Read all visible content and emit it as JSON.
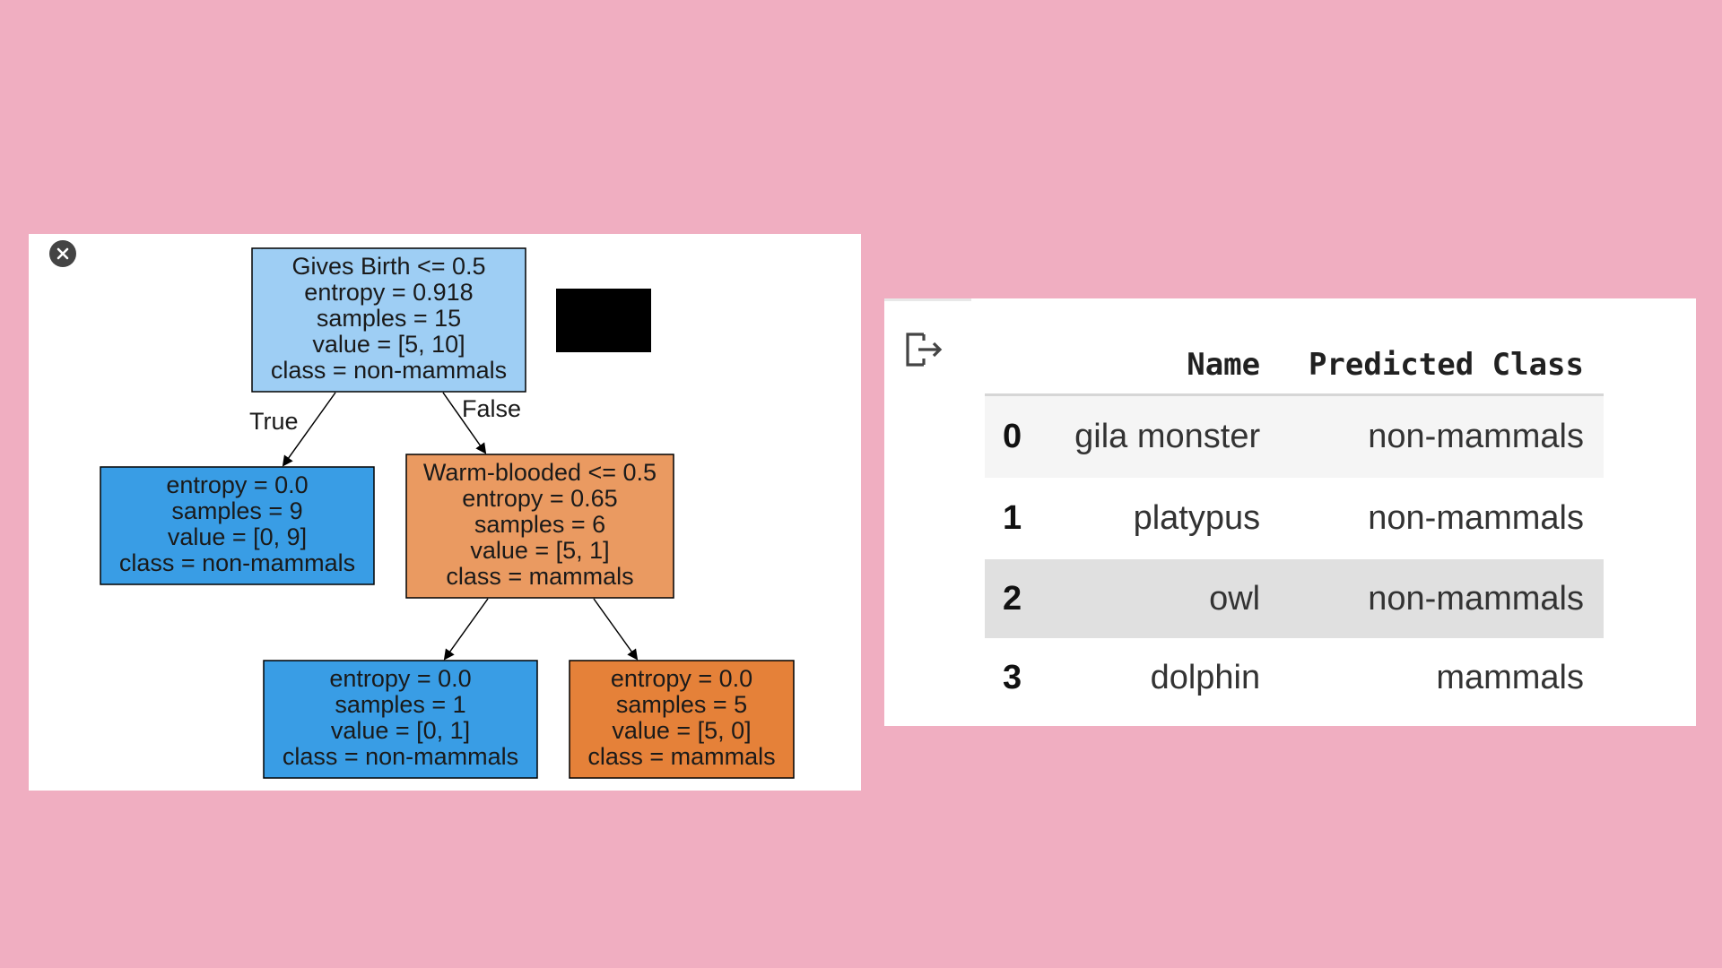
{
  "tree": {
    "root": {
      "lines": [
        "Gives Birth <= 0.5",
        "entropy = 0.918",
        "samples = 15",
        "value = [5, 10]",
        "class = non-mammals"
      ],
      "fill": "#9ecef4"
    },
    "left_leaf": {
      "lines": [
        "entropy = 0.0",
        "samples = 9",
        "value = [0, 9]",
        "class = non-mammals"
      ],
      "fill": "#399de5"
    },
    "right_node": {
      "lines": [
        "Warm-blooded <= 0.5",
        "entropy = 0.65",
        "samples = 6",
        "value = [5, 1]",
        "class = mammals"
      ],
      "fill": "#ea9a61"
    },
    "leaf_bottom_left": {
      "lines": [
        "entropy = 0.0",
        "samples = 1",
        "value = [0, 1]",
        "class = non-mammals"
      ],
      "fill": "#399de5"
    },
    "leaf_bottom_right": {
      "lines": [
        "entropy = 0.0",
        "samples = 5",
        "value = [5, 0]",
        "class = mammals"
      ],
      "fill": "#e58139"
    },
    "edge_true_label": "True",
    "edge_false_label": "False"
  },
  "output": {
    "icon": "output-redirect-icon",
    "columns": [
      "",
      "Name",
      "Predicted Class"
    ],
    "rows": [
      {
        "index": "0",
        "name": "gila monster",
        "predicted_class": "non-mammals"
      },
      {
        "index": "1",
        "name": "platypus",
        "predicted_class": "non-mammals"
      },
      {
        "index": "2",
        "name": "owl",
        "predicted_class": "non-mammals"
      },
      {
        "index": "3",
        "name": "dolphin",
        "predicted_class": "mammals"
      }
    ]
  },
  "colors": {
    "background": "#f0aec1",
    "panel": "#ffffff",
    "redaction": "#000000"
  }
}
